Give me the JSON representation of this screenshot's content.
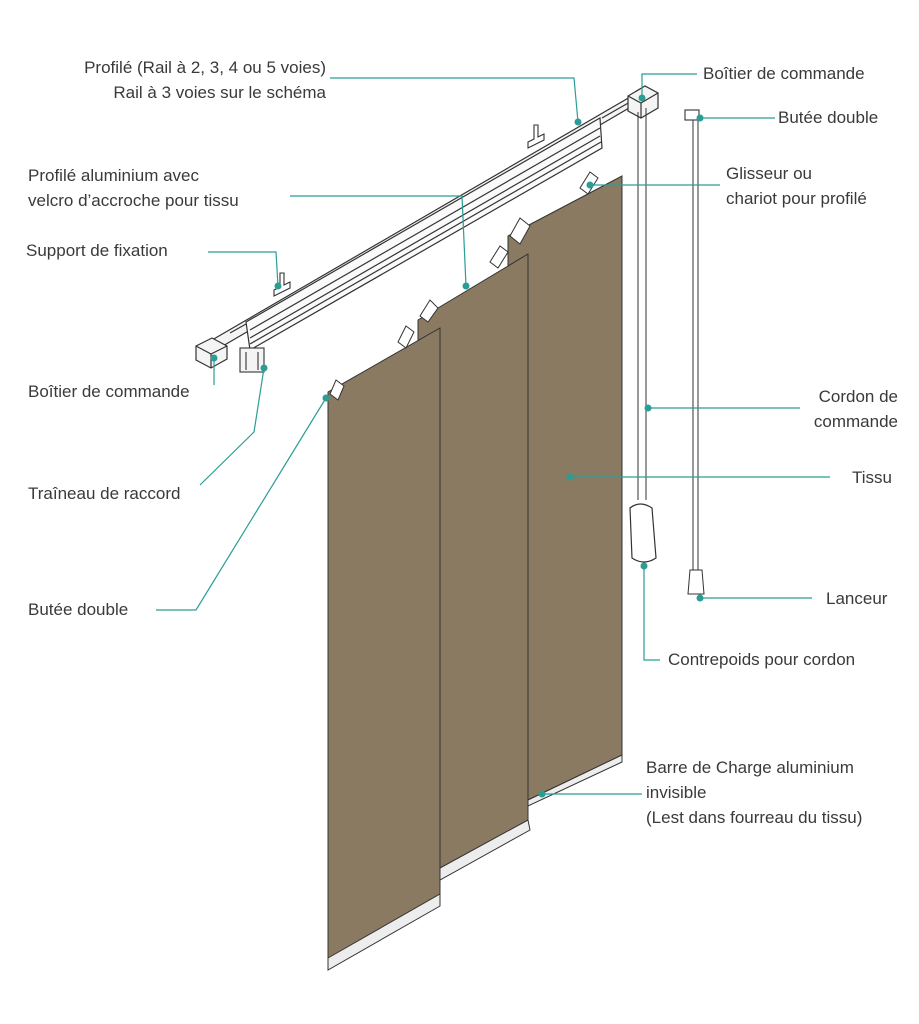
{
  "colors": {
    "accent": "#2a9d94",
    "fabric": "#8b7a62",
    "fabric_edge": "#6a5b47",
    "metal": "#f2f2f2",
    "outline": "#333333"
  },
  "labels": {
    "profile": [
      "Profilé (Rail à 2, 3, 4 ou 5 voies)",
      "Rail à 3 voies sur le schéma"
    ],
    "control_box_top": "Boîtier de commande",
    "double_stop_top": "Butée double",
    "alu_profile": [
      "Profilé aluminium avec",
      "velcro d’accroche pour tissu"
    ],
    "glider": [
      "Glisseur ou",
      "chariot pour profilé"
    ],
    "mount_bracket": "Support de fixation",
    "control_box_left": "Boîtier de commande",
    "control_cord": [
      "Cordon de",
      "commande"
    ],
    "fabric": "Tissu",
    "connector_sled": "Traîneau de raccord",
    "launcher": "Lanceur",
    "double_stop_left": "Butée double",
    "counterweight": "Contrepoids pour cordon",
    "bottom_bar": [
      "Barre de Charge aluminium",
      "invisible",
      "(Lest dans fourreau du tissu)"
    ]
  }
}
